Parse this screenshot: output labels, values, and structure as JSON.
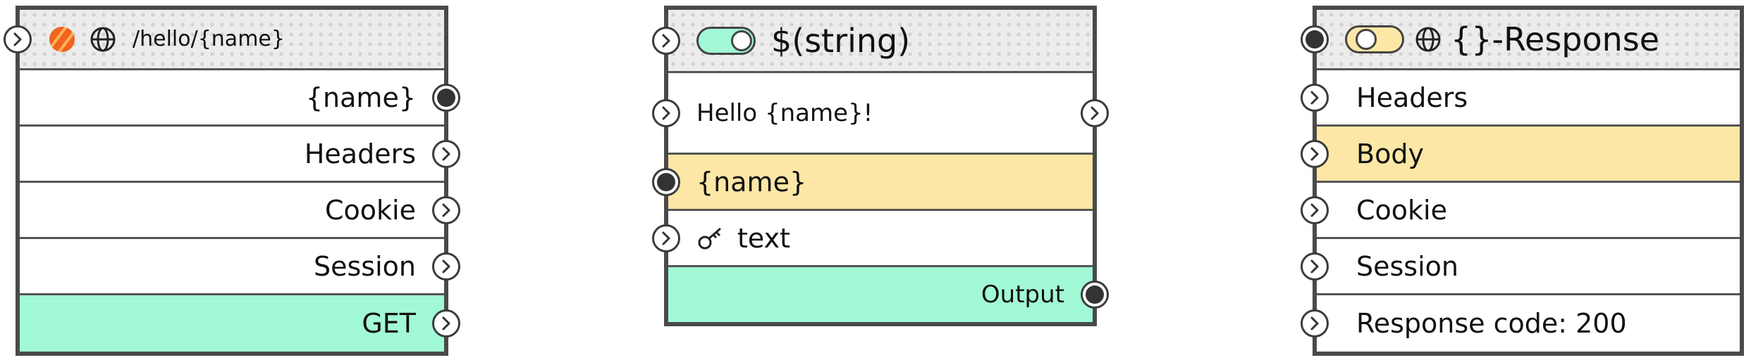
{
  "colors": {
    "border": "#4a4a4a",
    "highlight_yellow": "#fde7a6",
    "highlight_green": "#a2f9d6",
    "toggle_green": "#a2f9d6",
    "toggle_yellow": "#fde7a6",
    "status_orange": "#f0641e"
  },
  "nodes": {
    "route": {
      "title": "/hello/{name}",
      "icons": [
        "striped-orange-status-icon",
        "globe-icon"
      ],
      "rows": [
        "{name}",
        "Headers",
        "Cookie",
        "Session",
        "GET"
      ]
    },
    "string": {
      "title": "$(string)",
      "toggle_state": "on",
      "template": "Hello {name}!",
      "rows": [
        "{name}",
        "text",
        "Output"
      ],
      "icons": [
        "key-icon"
      ]
    },
    "response": {
      "title": "{}-Response",
      "toggle_state": "off",
      "icons": [
        "globe-icon"
      ],
      "rows": [
        "Headers",
        "Body",
        "Cookie",
        "Session",
        "Response code: 200"
      ]
    }
  }
}
